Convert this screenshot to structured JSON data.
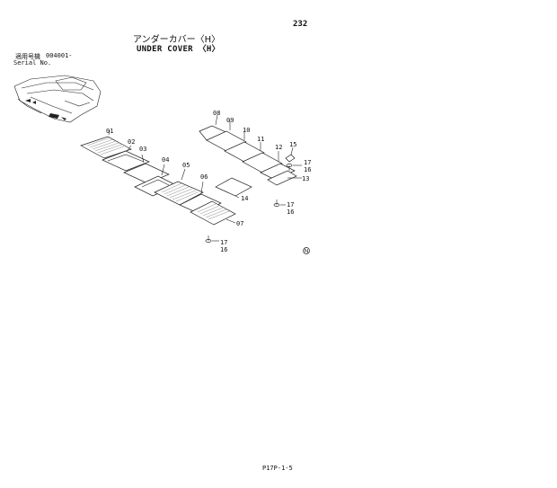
{
  "header": {
    "page_number": "232",
    "title_jp": "アンダーカバー〈H〉",
    "title_en": "UNDER COVER 〈H〉"
  },
  "serial": {
    "label_jp": "適用号機",
    "value": "004001-",
    "label_en": "Serial No."
  },
  "callouts": {
    "p01": "01",
    "p02": "02",
    "p03": "03",
    "p04": "04",
    "p05": "05",
    "p06": "06",
    "p07": "07",
    "p08": "08",
    "p09": "09",
    "p10": "10",
    "p11": "11",
    "p12": "12",
    "p13": "13",
    "p14": "14",
    "p15": "15",
    "p16a": "16",
    "p17a": "17",
    "p16b": "16",
    "p17b": "17",
    "p16c": "16",
    "p17c": "17"
  },
  "footer": {
    "page_code": "P17P-1-5"
  }
}
